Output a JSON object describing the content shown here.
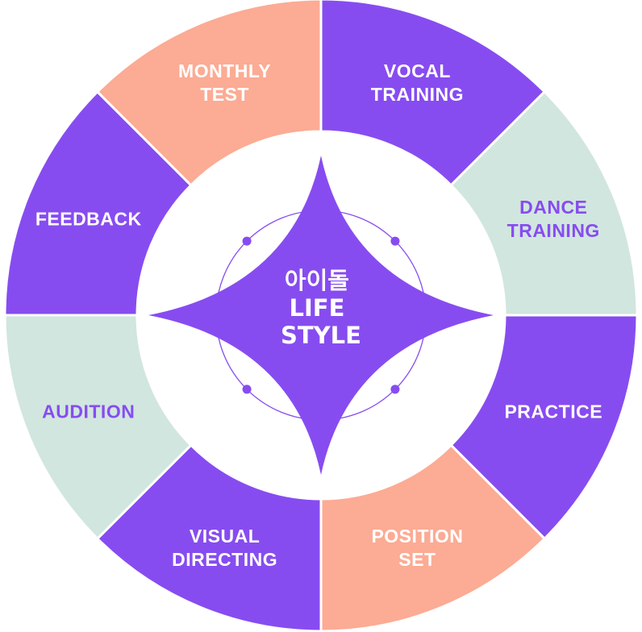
{
  "center": {
    "lines": [
      "아이돌",
      "LIFE",
      "STYLE"
    ]
  },
  "colors": {
    "purple": "#874cf0",
    "peach": "#fcab94",
    "mint": "#d1e6df",
    "white_text": "#ffffff",
    "purple_text": "#874cf0",
    "background": "#ffffff"
  },
  "segments": [
    {
      "id": "vocal-training",
      "lines": [
        "VOCAL",
        "TRAINING"
      ],
      "fill": "#874cf0",
      "text_color": "#ffffff"
    },
    {
      "id": "dance-training",
      "lines": [
        "DANCE",
        "TRAINING"
      ],
      "fill": "#d1e6df",
      "text_color": "#874cf0"
    },
    {
      "id": "practice",
      "lines": [
        "PRACTICE"
      ],
      "fill": "#874cf0",
      "text_color": "#ffffff"
    },
    {
      "id": "position-set",
      "lines": [
        "POSITION",
        "SET"
      ],
      "fill": "#fcab94",
      "text_color": "#ffffff"
    },
    {
      "id": "visual-directing",
      "lines": [
        "VISUAL",
        "DIRECTING"
      ],
      "fill": "#874cf0",
      "text_color": "#ffffff"
    },
    {
      "id": "audition",
      "lines": [
        "AUDITION"
      ],
      "fill": "#d1e6df",
      "text_color": "#874cf0"
    },
    {
      "id": "feedback",
      "lines": [
        "FEEDBACK"
      ],
      "fill": "#874cf0",
      "text_color": "#ffffff"
    },
    {
      "id": "monthly-test",
      "lines": [
        "MONTHLY",
        "TEST"
      ],
      "fill": "#fcab94",
      "text_color": "#ffffff"
    }
  ]
}
